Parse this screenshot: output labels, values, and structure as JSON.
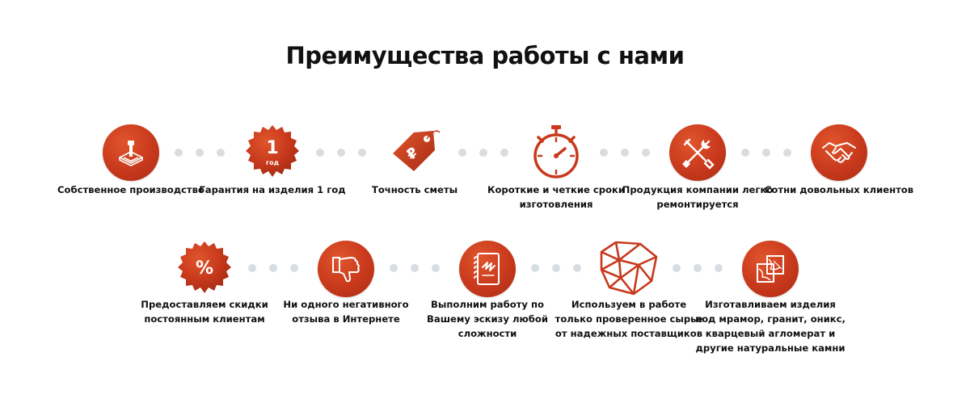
{
  "title": "Преимущества работы с нами",
  "accent_color": "#c8391c",
  "dot_color": "#d8dde2",
  "row1": [
    {
      "icon": "joystick-icon",
      "lines": [
        "Собственное производство"
      ]
    },
    {
      "icon": "guarantee-seal-icon",
      "badge_number": "1",
      "badge_text": "год",
      "lines": [
        "Гарантия на изделия 1 год"
      ]
    },
    {
      "icon": "price-tag-ruble-icon",
      "tag_symbol": "₽",
      "lines": [
        "Точность сметы"
      ]
    },
    {
      "icon": "stopwatch-icon",
      "lines": [
        "Короткие и четкие сроки",
        "изготовления"
      ]
    },
    {
      "icon": "tools-icon",
      "lines": [
        "Продукция компании легко",
        "ремонтируется"
      ]
    },
    {
      "icon": "handshake-icon",
      "lines": [
        "Сотни довольных клиентов"
      ]
    }
  ],
  "row2": [
    {
      "icon": "percent-seal-icon",
      "badge_text": "%",
      "lines": [
        "Предоставляем скидки",
        "постоянным клиентам"
      ]
    },
    {
      "icon": "thumbs-down-icon",
      "lines": [
        "Ни одного негативного",
        "отзыва в Интернете"
      ]
    },
    {
      "icon": "sketch-notebook-icon",
      "lines": [
        "Выполним работу по",
        "Вашему эскизу любой",
        "сложности"
      ]
    },
    {
      "icon": "raw-stone-icon",
      "lines": [
        "Используем в работе",
        "только проверенное сырье",
        "от надежных поставщиков"
      ]
    },
    {
      "icon": "marble-slab-icon",
      "lines": [
        "Изготавливаем изделия",
        "под мрамор, гранит, оникс,",
        "кварцевый агломерат и",
        "другие натуральные камни"
      ]
    }
  ]
}
